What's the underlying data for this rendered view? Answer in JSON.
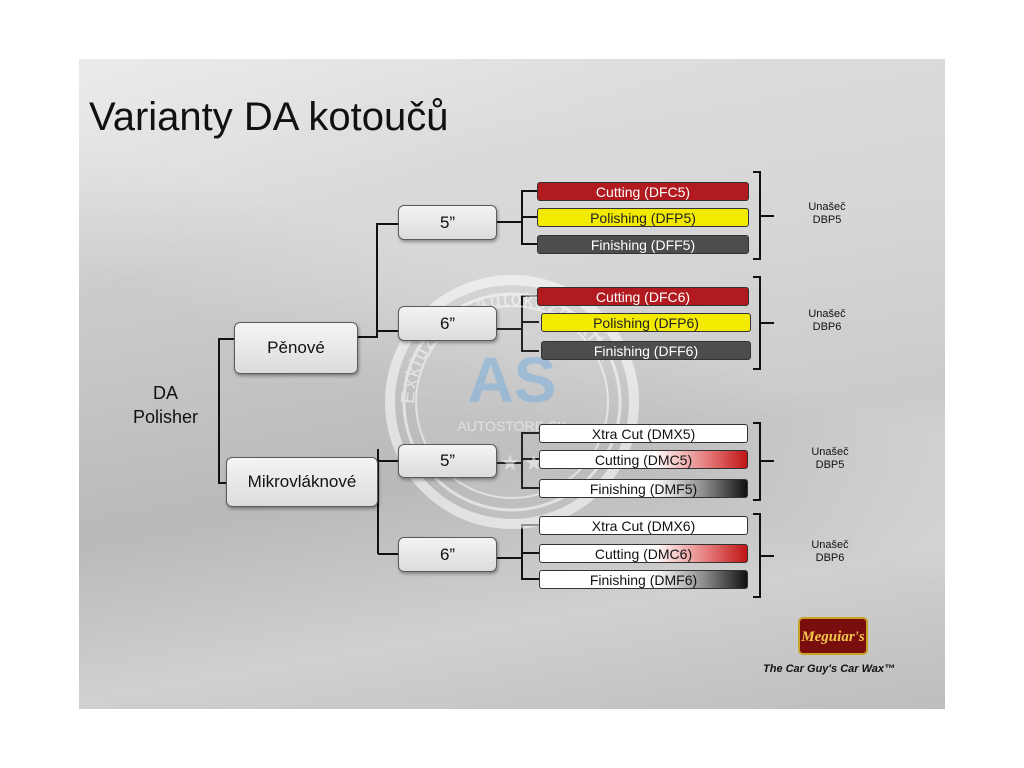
{
  "title": "Varianty DA kotoučů",
  "root": {
    "line1": "DA",
    "line2": "Polisher"
  },
  "categories": {
    "foam": "Pěnové",
    "micro": "Mikrovláknové"
  },
  "sizes": {
    "foam5": "5”",
    "foam6": "6”",
    "micro5": "5”",
    "micro6": "6”"
  },
  "pads": {
    "foam5": [
      "Cutting (DFC5)",
      "Polishing (DFP5)",
      "Finishing (DFF5)"
    ],
    "foam6": [
      "Cutting (DFC6)",
      "Polishing (DFP6)",
      "Finishing (DFF6)"
    ],
    "micro5": [
      "Xtra Cut (DMX5)",
      "Cutting (DMC5)",
      "Finishing (DMF5)"
    ],
    "micro6": [
      "Xtra Cut (DMX6)",
      "Cutting (DMC6)",
      "Finishing (DMF6)"
    ]
  },
  "holders": {
    "foam5": {
      "line1": "Unašeč",
      "line2": "DBP5"
    },
    "foam6": {
      "line1": "Unašeč",
      "line2": "DBP6"
    },
    "micro5": {
      "line1": "Unašeč",
      "line2": "DBP5"
    },
    "micro6": {
      "line1": "Unašeč",
      "line2": "DBP6"
    }
  },
  "watermark": {
    "arc_text": "Exkluzívna Autokozmetika",
    "logo": "AS",
    "site": "AUTOSTORE.SK",
    "stars": "★★★★★"
  },
  "brand": {
    "logo_text": "Meguiar's",
    "tagline": "The Car Guy's Car Wax™"
  },
  "colors": {
    "cutting_red": "#b11a1f",
    "polishing_yellow": "#f2ea00",
    "finishing_dark": "#4d4d4d"
  }
}
